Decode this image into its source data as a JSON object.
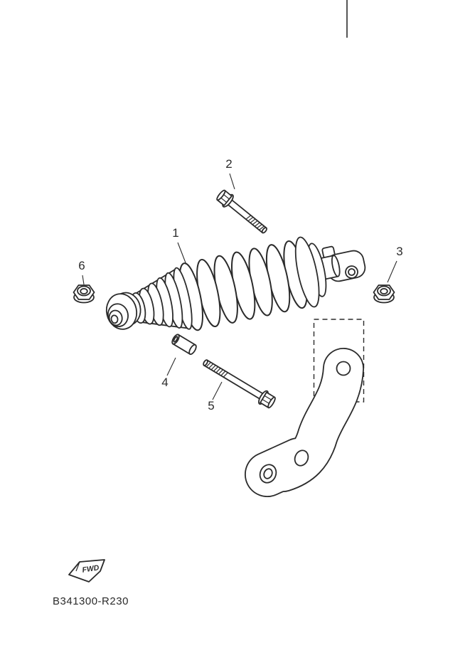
{
  "colors": {
    "ink": "#2b2b2b",
    "paper": "#ffffff"
  },
  "diagram": {
    "code": "B341300-R230",
    "fwd_label": "FWD",
    "callouts": [
      {
        "ref": "1"
      },
      {
        "ref": "2"
      },
      {
        "ref": "3"
      },
      {
        "ref": "4"
      },
      {
        "ref": "5"
      },
      {
        "ref": "6"
      }
    ]
  }
}
